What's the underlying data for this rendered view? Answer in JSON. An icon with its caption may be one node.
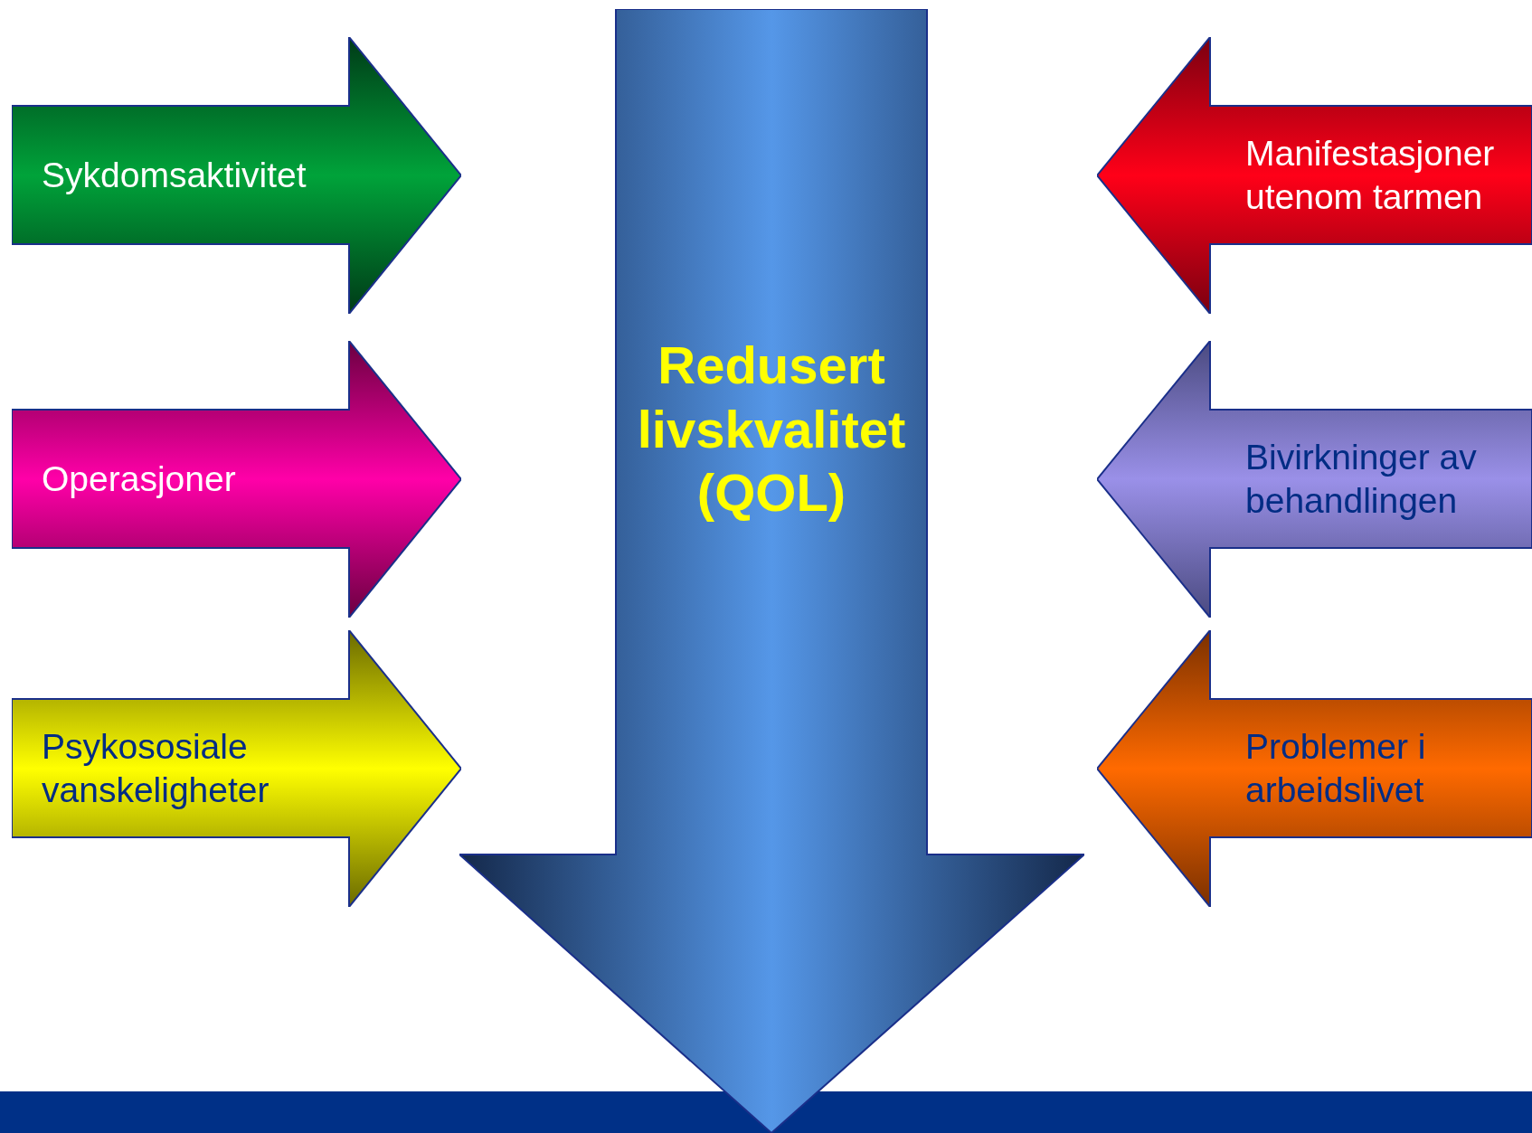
{
  "diagram": {
    "nodes": [
      {
        "text": [
          "Redusert livskvalitet (QOL)"
        ]
      },
      {
        "text": [
          "Sykdomsaktivitet"
        ]
      },
      {
        "text": [
          "Operasjoner"
        ]
      },
      {
        "text": [
          "Psykososiale vanskeligheter"
        ]
      },
      {
        "text": [
          "Manifestasjoner utenom tarmen"
        ]
      },
      {
        "text": [
          "Bivirkninger av behandlingen"
        ]
      },
      {
        "text": [
          "Problemer i arbeidslivet"
        ]
      }
    ]
  }
}
